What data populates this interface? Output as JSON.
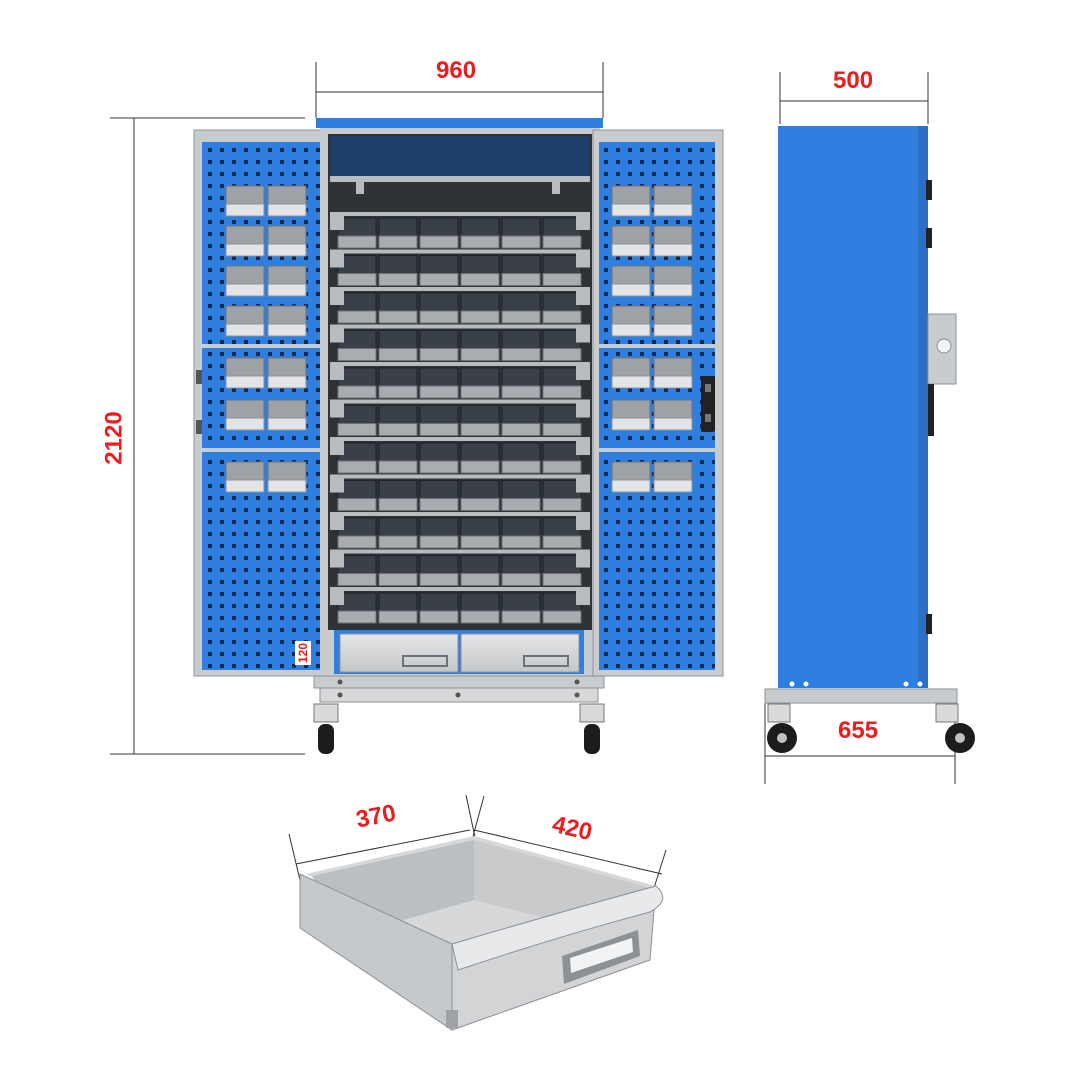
{
  "dimensions": {
    "width": "960",
    "depth": "500",
    "height": "2120",
    "base_length": "655",
    "drawer_height": "120",
    "drawer_width": "370",
    "drawer_depth": "420"
  },
  "colors": {
    "accent_blue": "#2f7fe0",
    "dim_red": "#ee1c1c",
    "frame_gray": "#c9cccf",
    "bin_gray": "#9ea2a6",
    "dark_interior": "#2e3338"
  }
}
